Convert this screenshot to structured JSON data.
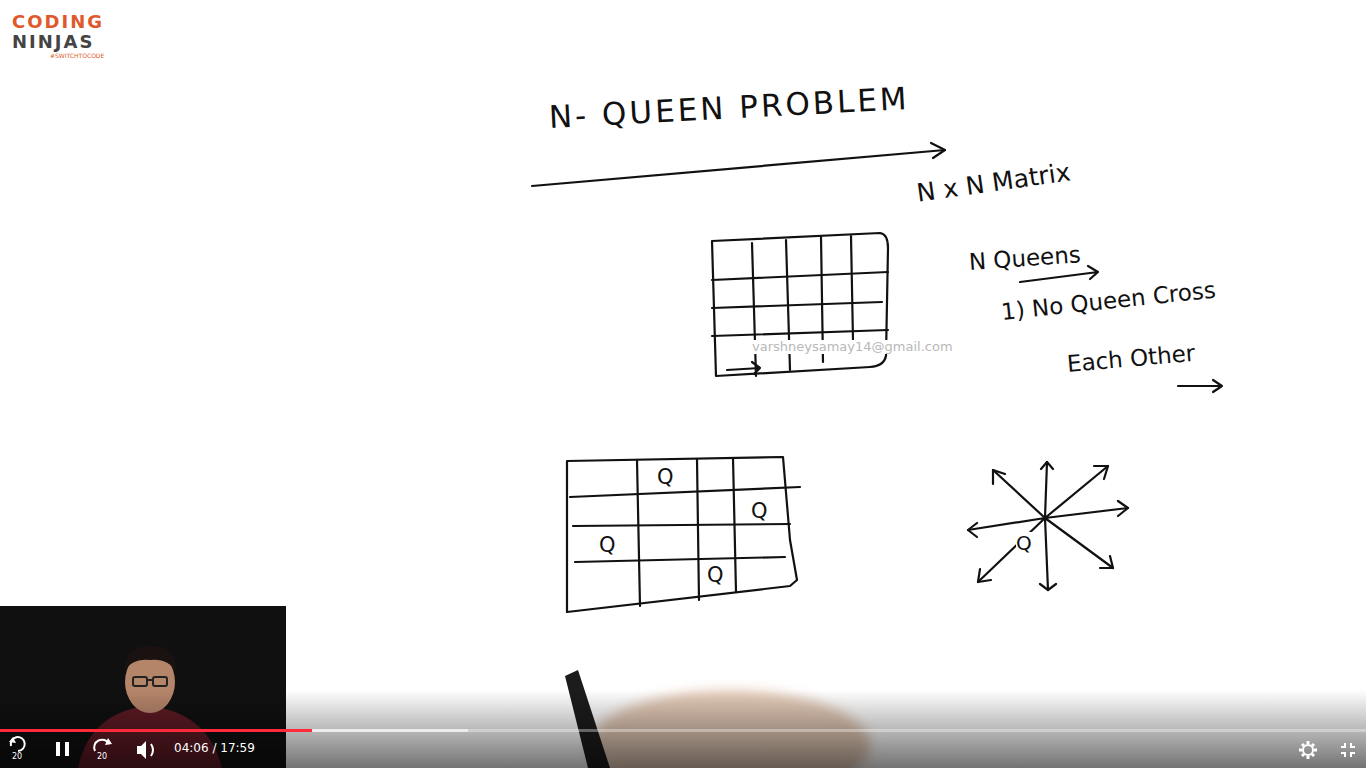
{
  "diagram": {
    "title": "N- QUEEN PROBLEM",
    "nodes": [
      {
        "text": [
          "Q",
          "Q",
          "Q",
          "Q"
        ]
      }
    ],
    "labels": [
      "CODING",
      "NINJAS",
      "#SWITCHTOCODE",
      "N x N Matrix",
      "N Queens",
      "1) No Queen Cross",
      "Each Other",
      "varshneysamay14@gmail.com",
      "Q",
      "20",
      "20",
      "04:06 / 17:59"
    ]
  }
}
